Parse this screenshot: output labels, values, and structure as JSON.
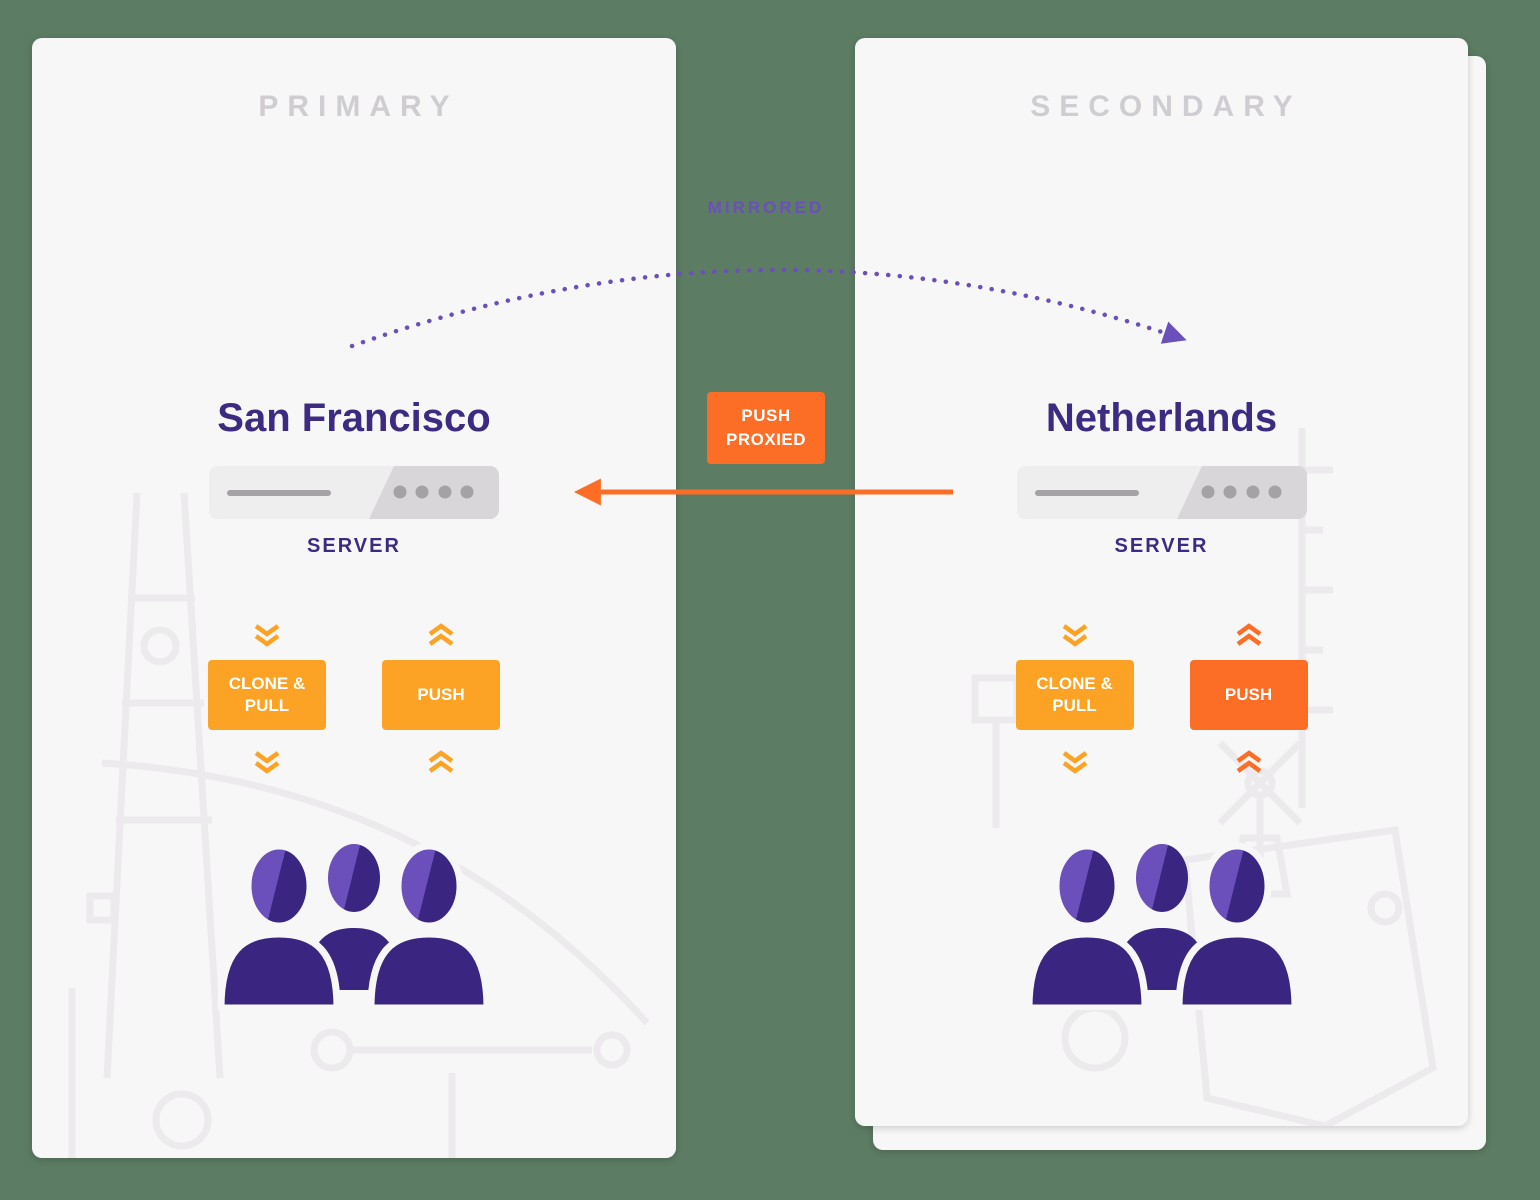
{
  "colors": {
    "background": "#5d7c64",
    "panel": "#f8f7f8",
    "title_gray": "#cfcdd1",
    "purple_dark": "#3d2b82",
    "purple": "#6b4fbb",
    "amber": "#fca326",
    "orange": "#fc6d26",
    "server_gray": "#d8d6d8"
  },
  "connections": {
    "mirrored_label": "MIRRORED",
    "push_proxied": {
      "line1": "PUSH",
      "line2": "PROXIED"
    }
  },
  "panels": [
    {
      "title": "PRIMARY",
      "location": "San Francisco",
      "server_label": "SERVER",
      "badges": {
        "clone_pull": "CLONE & PULL",
        "push": "PUSH"
      }
    },
    {
      "title": "SECONDARY",
      "location": "Netherlands",
      "server_label": "SERVER",
      "badges": {
        "clone_pull": "CLONE & PULL",
        "push": "PUSH"
      }
    }
  ]
}
